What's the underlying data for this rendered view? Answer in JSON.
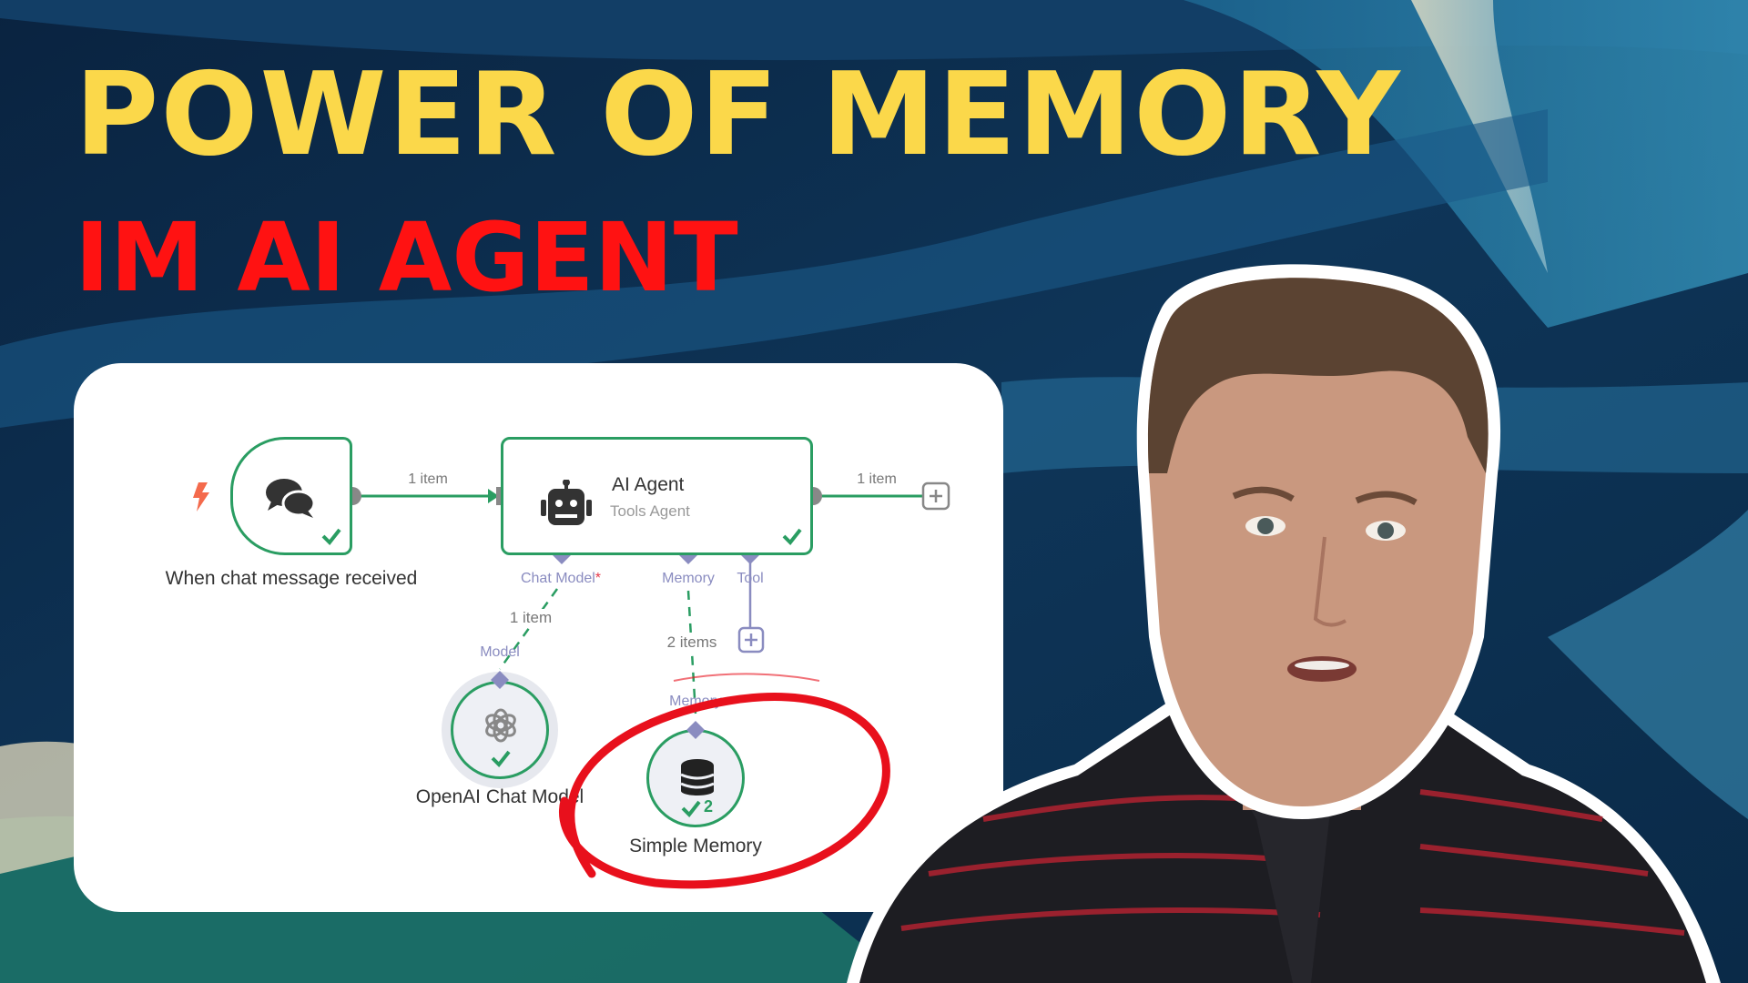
{
  "headline": {
    "line1": "POWER OF MEMORY",
    "line2": "IM AI AGENT"
  },
  "workflow": {
    "trigger": {
      "label": "When chat message received",
      "icon": "chat-bubbles-icon"
    },
    "agent": {
      "title": "AI Agent",
      "subtitle": "Tools Agent",
      "icon": "robot-icon"
    },
    "connections": {
      "trigger_to_agent": "1 item",
      "agent_output": "1 item",
      "model_link": "1 item",
      "memory_link": "2 items"
    },
    "ports": {
      "chat_model": "Chat Model",
      "required_mark": "*",
      "memory": "Memory",
      "tool": "Tool",
      "model_input": "Model",
      "memory_input": "Memory"
    },
    "model_node": {
      "label": "OpenAI Chat Model",
      "icon": "openai-icon"
    },
    "memory_node": {
      "label": "Simple Memory",
      "icon": "database-icon",
      "run_count": "2"
    }
  },
  "colors": {
    "title": "#fbd84a",
    "subtitle": "#ff1212",
    "success": "#2a9d62",
    "port": "#8a8cc0",
    "highlight": "#e8101c"
  }
}
